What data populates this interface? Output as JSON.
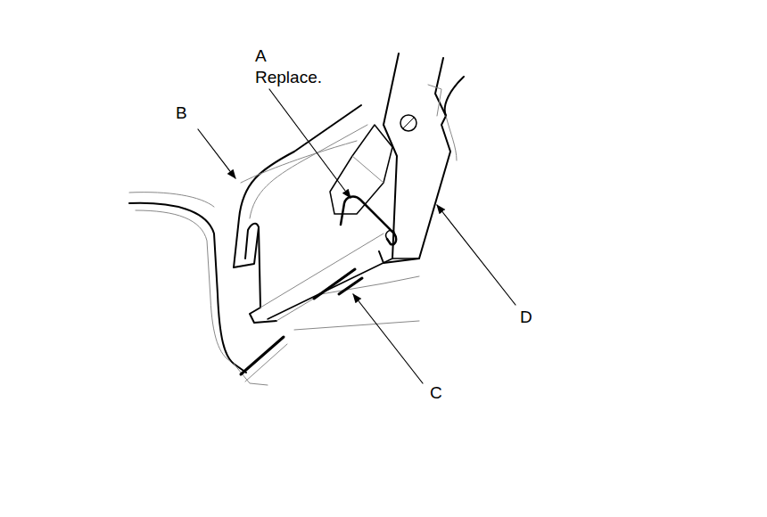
{
  "diagram": {
    "labels": [
      "A",
      "Replace.",
      "B",
      "C",
      "D"
    ]
  }
}
